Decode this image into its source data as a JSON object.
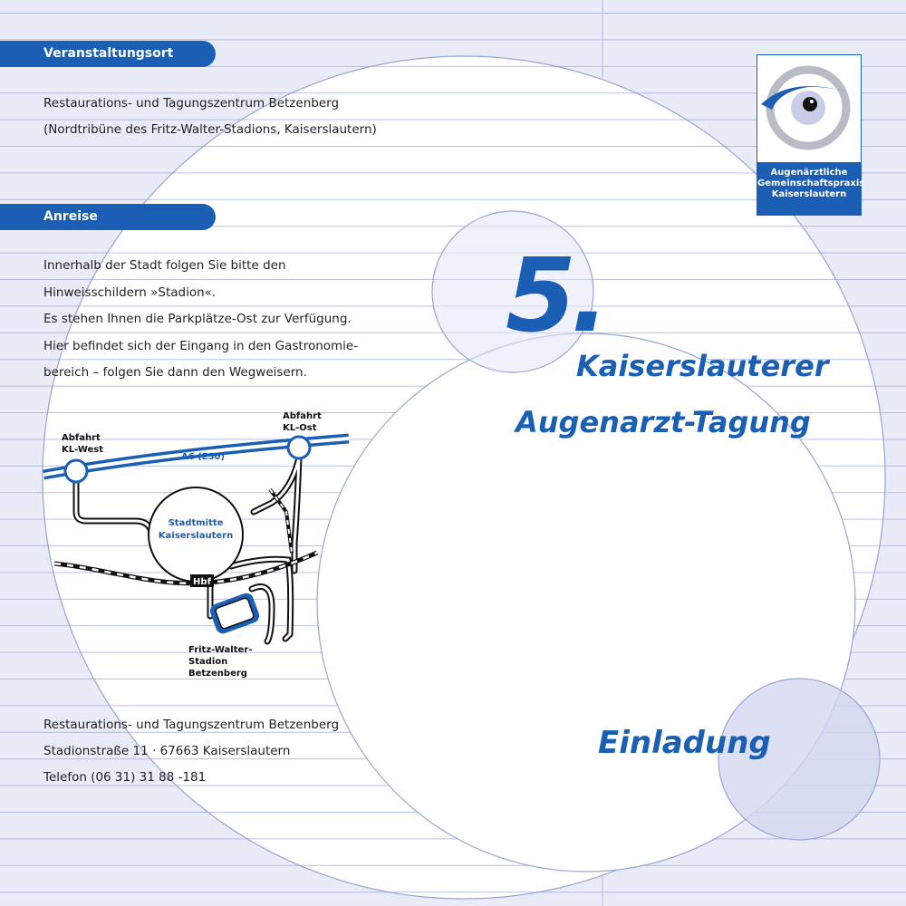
{
  "venue": {
    "heading": "Veranstaltungsort",
    "line1": "Restaurations- und Tagungszentrum Betzenberg",
    "line2": "(Nordtribüne des Fritz-Walter-Stadions, Kaiserslautern)"
  },
  "arrival": {
    "heading": "Anreise",
    "lines": [
      "Innerhalb der Stadt folgen Sie bitte den",
      "Hinweisschildern »Stadion«.",
      "Es stehen Ihnen die Parkplätze-Ost zur Verfügung.",
      "Hier befindet sich der Eingang in den Gastronomie-",
      "bereich – folgen Sie dann den Wegweisern."
    ]
  },
  "map": {
    "exit_west": [
      "Abfahrt",
      "KL-West"
    ],
    "exit_east": [
      "Abfahrt",
      "KL-Ost"
    ],
    "highway": "A6 (E50)",
    "center": [
      "Stadtmitte",
      "Kaiserslautern"
    ],
    "station": "Hbf",
    "stadium": [
      "Fritz-Walter-",
      "Stadion",
      "Betzenberg"
    ]
  },
  "address": {
    "line1": "Restaurations- und Tagungszentrum Betzenberg",
    "line2": "Stadionstraße 11 · 67663 Kaiserslautern",
    "line3": "Telefon (06 31) 31 88 -181"
  },
  "logo": {
    "lines": [
      "Augenärztliche",
      "Gemeinschaftspraxis",
      "Kaiserslautern"
    ]
  },
  "event": {
    "number": "5.",
    "title_line1": "Kaiserslauterer",
    "title_line2": "Augenarzt-Tagung",
    "subtitle": "Einladung"
  },
  "colors": {
    "brand_blue": "#1a5fb4",
    "background": "#e9ebf7",
    "rule_lines": "#b3badf"
  }
}
